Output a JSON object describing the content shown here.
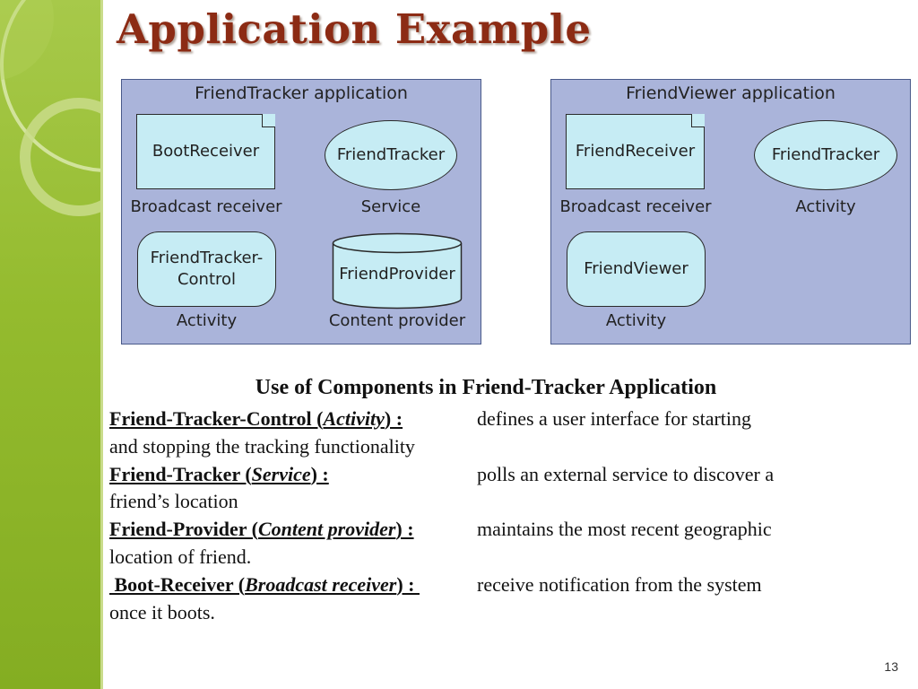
{
  "slide": {
    "title": "Application Example",
    "page_number": "13"
  },
  "left_panel": {
    "title": "FriendTracker application",
    "components": [
      {
        "name": "BootReceiver",
        "caption": "Broadcast receiver"
      },
      {
        "name": "FriendTracker",
        "caption": "Service"
      },
      {
        "name_line1": "FriendTracker-",
        "name_line2": "Control",
        "caption": "Activity"
      },
      {
        "name": "FriendProvider",
        "caption": "Content provider"
      }
    ]
  },
  "right_panel": {
    "title": "FriendViewer application",
    "components": [
      {
        "name": "FriendReceiver",
        "caption": "Broadcast receiver"
      },
      {
        "name": "FriendTracker",
        "caption": "Activity"
      },
      {
        "name": "FriendViewer",
        "caption": "Activity"
      }
    ]
  },
  "description": {
    "heading": "Use of Components in Friend-Tracker Application",
    "rows": [
      {
        "term_pre": "Friend-Tracker-Control (",
        "term_type": "Activity",
        "term_post": ") : ",
        "def_line1": "defines a user interface for starting",
        "def_line2": "and stopping the tracking functionality"
      },
      {
        "term_pre": "Friend-Tracker (",
        "term_type": "Service",
        "term_post": ") :",
        "def_line1": "polls an external service to discover a",
        "def_line2": "friend’s location"
      },
      {
        "term_pre": "Friend-Provider (",
        "term_type": "Content provider",
        "term_post": ") : ",
        "def_line1": "maintains the most recent geographic",
        "def_line2": "location of friend."
      },
      {
        "term_pre": " Boot-Receiver (",
        "term_type": "Broadcast receiver",
        "term_post": ") : ",
        "def_line1": "receive notification from the system",
        "def_line2": "once it boots."
      }
    ]
  },
  "colors": {
    "title": "#8c2b14",
    "panel_bg": "#aab4da",
    "component_fill": "#c6ecf4",
    "strip_green": "#94bb2e"
  }
}
